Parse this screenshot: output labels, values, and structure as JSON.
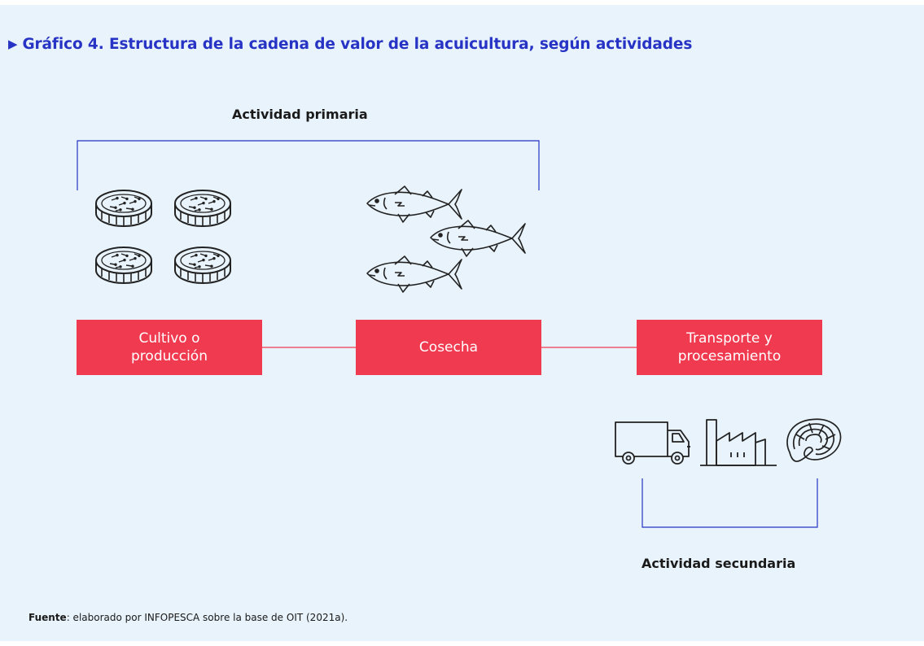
{
  "title": "Gráfico 4. Estructura de la cadena de valor de la acuicultura, según actividades",
  "groups": {
    "primary": "Actividad primaria",
    "secondary": "Actividad secundaria"
  },
  "steps": [
    {
      "label": "Cultivo o\nproducción"
    },
    {
      "label": "Cosecha"
    },
    {
      "label": "Transporte y\nprocesamiento"
    }
  ],
  "icons": {
    "cages": "fish-cage-icon",
    "fish": "tuna-fish-icon",
    "truck": "truck-icon",
    "factory": "factory-icon",
    "steak": "fish-steak-icon"
  },
  "source": {
    "label": "Fuente",
    "text": ": elaborado por INFOPESCA sobre la base de OIT (2021a)."
  },
  "colors": {
    "accent_blue": "#2633c4",
    "box_red": "#f03a4f",
    "background": "#e8f3fb"
  }
}
